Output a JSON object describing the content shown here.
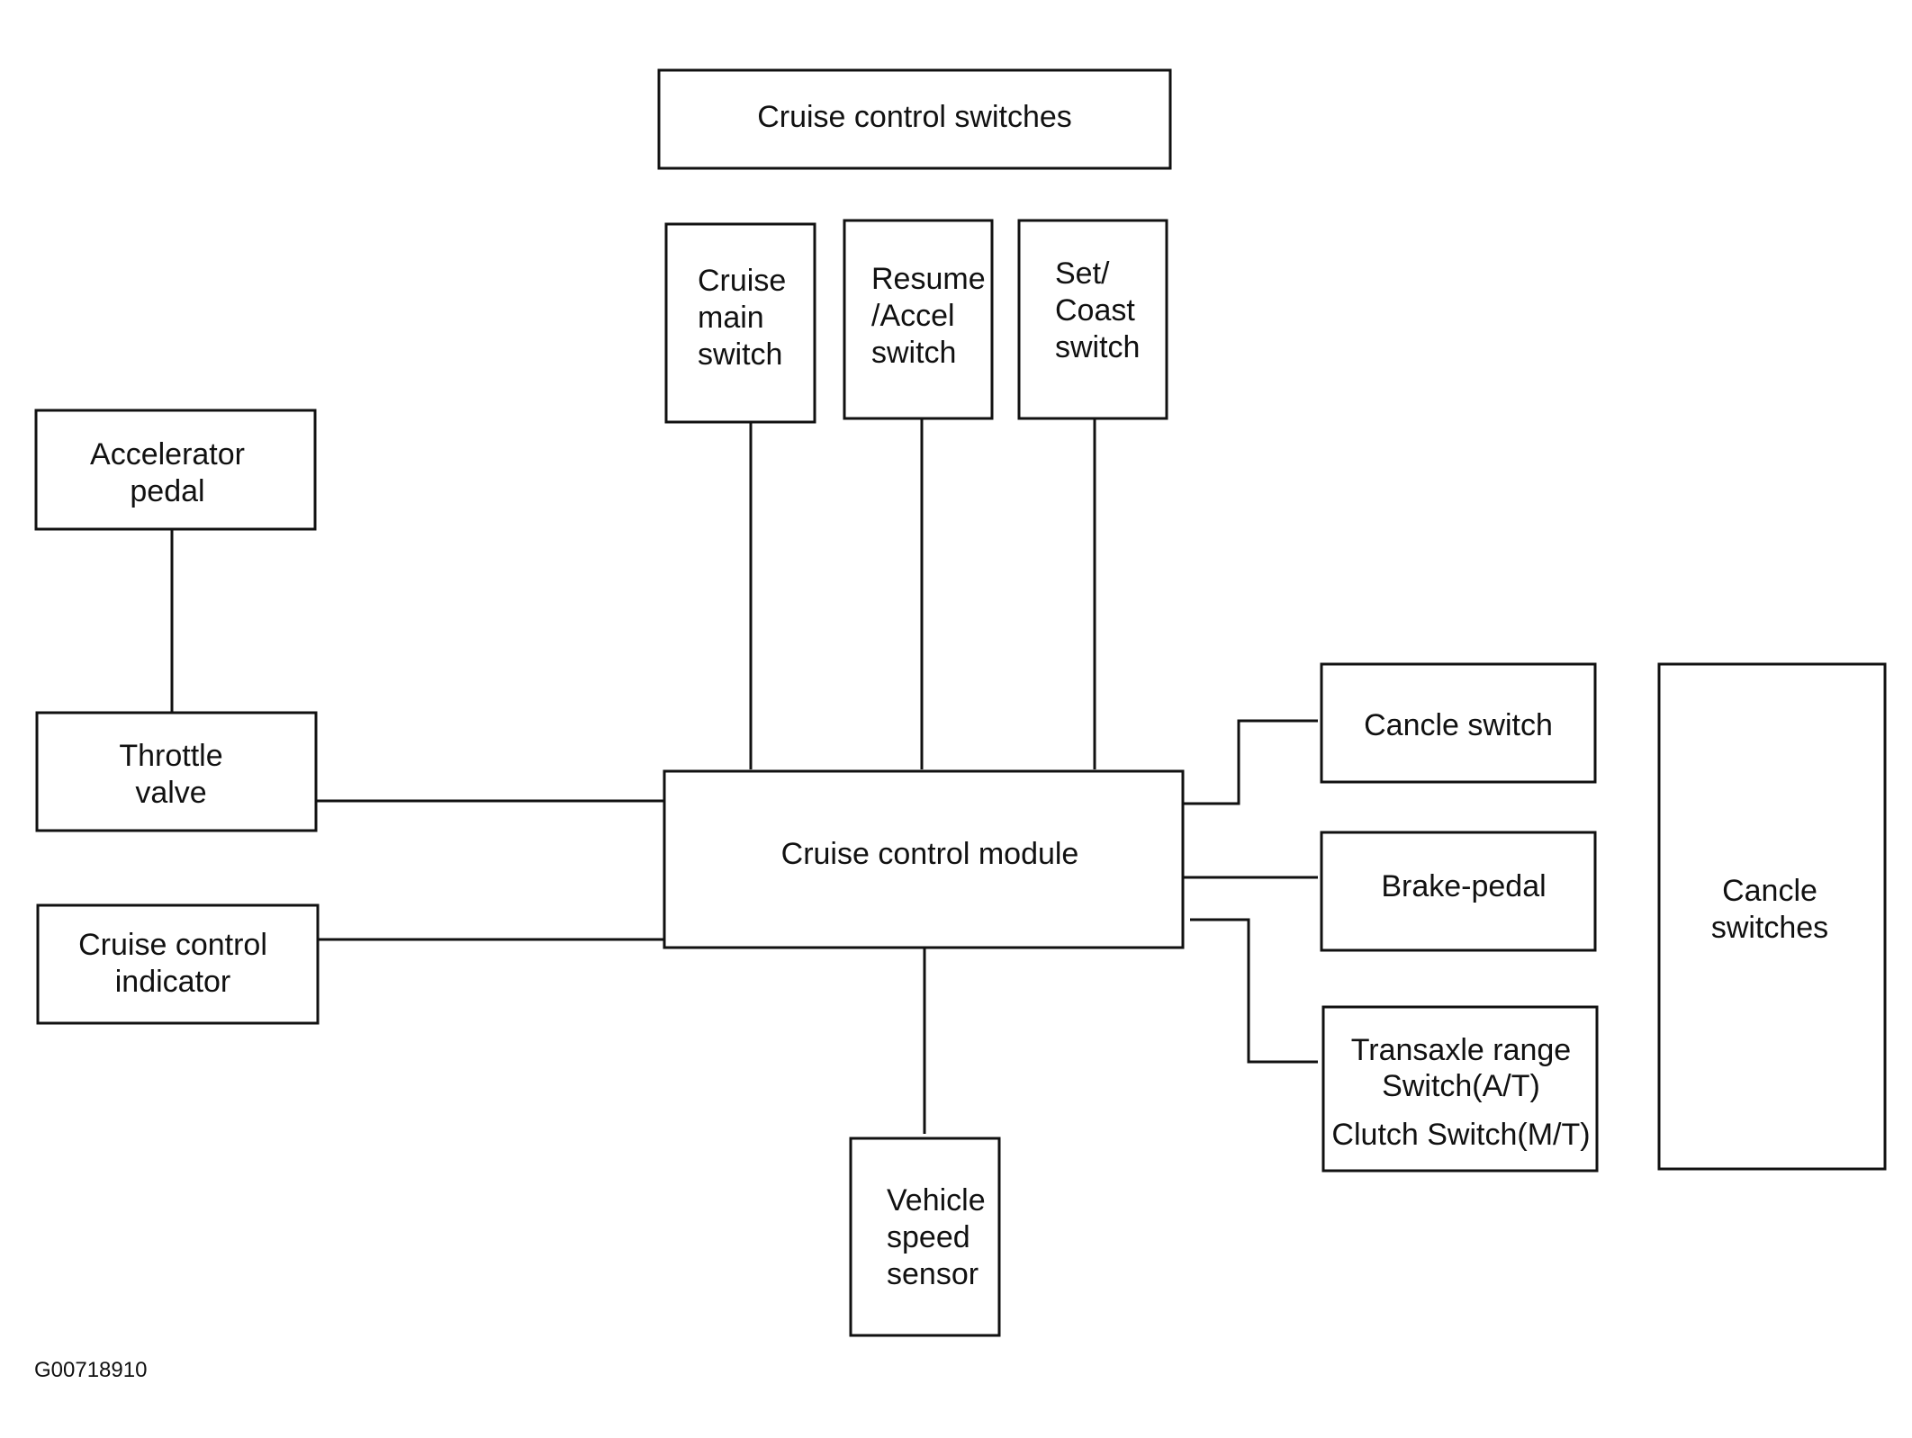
{
  "diagram": {
    "top_label": "Cruise control switches",
    "cruise_main": [
      "Cruise",
      "main",
      "switch"
    ],
    "resume_accel": [
      "Resume",
      "/Accel",
      "switch"
    ],
    "set_coast": [
      "Set/",
      "Coast",
      "switch"
    ],
    "accelerator": [
      "Accelerator",
      "pedal"
    ],
    "throttle": [
      "Throttle",
      "valve"
    ],
    "indicator": [
      "Cruise control",
      "indicator"
    ],
    "module": "Cruise control module",
    "speed_sensor": [
      "Vehicle",
      "speed",
      "sensor"
    ],
    "cancel_switch": "Cancle switch",
    "brake_pedal": "Brake-pedal",
    "transaxle": [
      "Transaxle range",
      "Switch(A/T)",
      "Clutch Switch(M/T)"
    ],
    "cancel_group": [
      "Cancle",
      "switches"
    ],
    "figure_code": "G00718910"
  },
  "colors": {
    "line": "#111111",
    "background": "#ffffff"
  }
}
